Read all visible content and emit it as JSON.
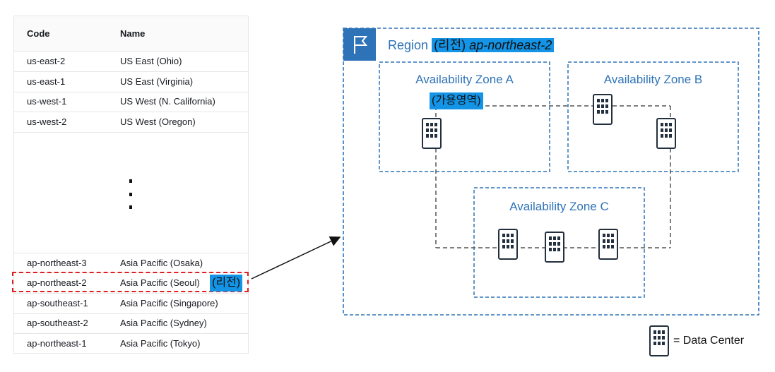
{
  "table": {
    "header": {
      "code": "Code",
      "name": "Name"
    },
    "rows_top": [
      {
        "code": "us-east-2",
        "name": "US East (Ohio)"
      },
      {
        "code": "us-east-1",
        "name": "US East (Virginia)"
      },
      {
        "code": "us-west-1",
        "name": "US West (N. California)"
      },
      {
        "code": "us-west-2",
        "name": "US West (Oregon)"
      }
    ],
    "rows_bottom": [
      {
        "code": "ap-northeast-3",
        "name": "Asia Pacific (Osaka)"
      },
      {
        "code": "ap-northeast-2",
        "name": "Asia Pacific (Seoul)"
      },
      {
        "code": "ap-southeast-1",
        "name": "Asia Pacific (Singapore)"
      },
      {
        "code": "ap-southeast-2",
        "name": "Asia Pacific (Sydney)"
      },
      {
        "code": "ap-northeast-1",
        "name": "Asia Pacific (Tokyo)"
      }
    ],
    "highlight_tag": "(리전)"
  },
  "region": {
    "label": "Region",
    "tag": "(리전)",
    "code": "ap-northeast-2",
    "icon": "flag-icon"
  },
  "zones": {
    "a": "Availability Zone A",
    "b": "Availability Zone B",
    "c": "Availability Zone C",
    "a_tag": "(가용영역)"
  },
  "legend": {
    "icon": "building-icon",
    "text": "= Data Center"
  },
  "colors": {
    "accent": "#2e73b8",
    "highlight": "#1394e6",
    "selection": "#e02020",
    "line": "#555555",
    "icon_bg": "#2e73b8"
  }
}
